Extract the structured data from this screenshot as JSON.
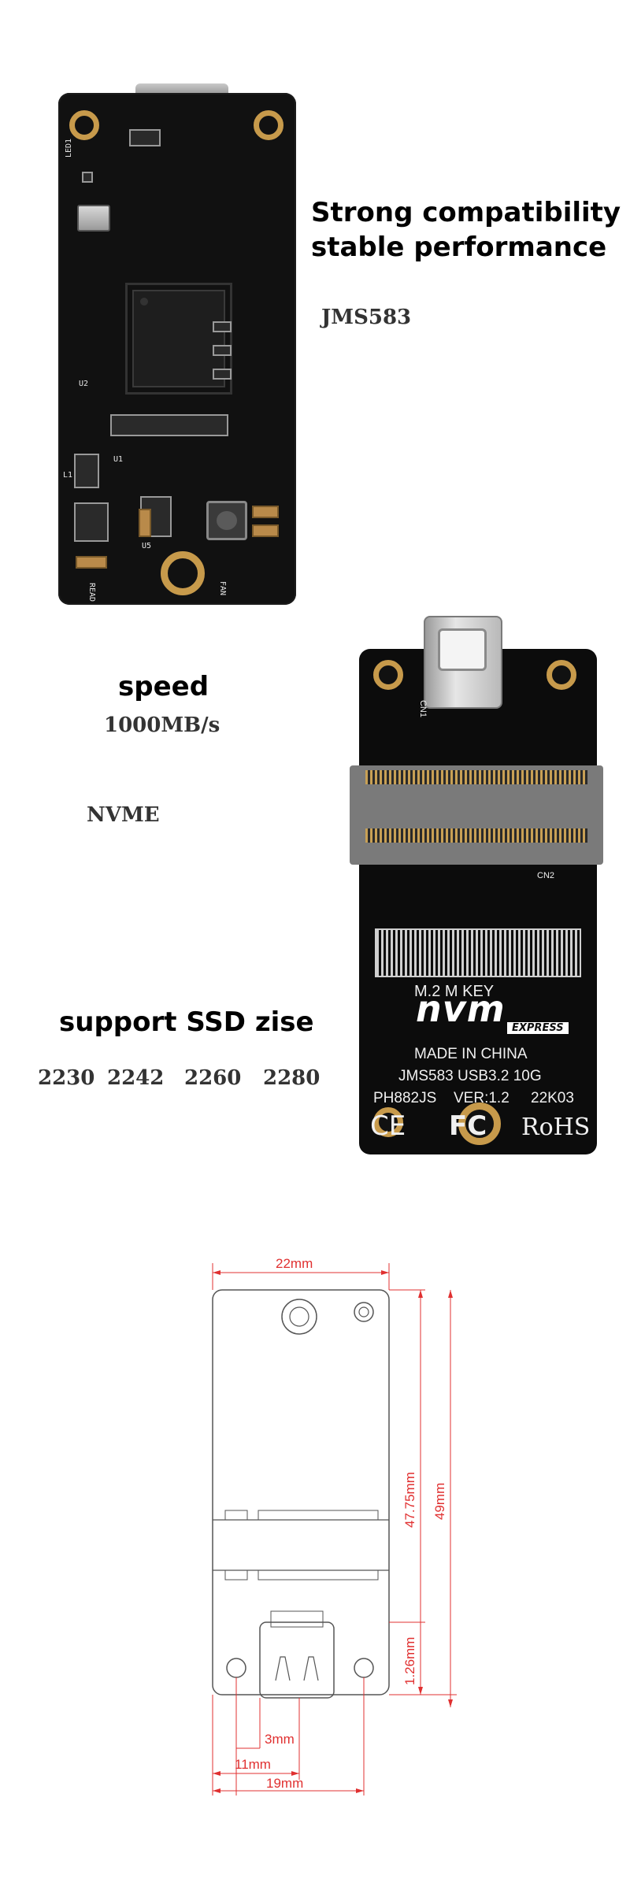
{
  "section_top": {
    "headline_line1": "Strong compatibility",
    "headline_line2": "stable performance",
    "chip_label": "JMS583",
    "pcb_labels": {
      "led": "LED1",
      "read": "READ",
      "fan": "FAN",
      "u1": "U1",
      "u2": "U2",
      "u5": "U5",
      "l1": "L1"
    }
  },
  "section_middle": {
    "speed_title": "speed",
    "speed_value": "1000MB/s",
    "protocol": "NVME",
    "ssd_title": "support SSD zise",
    "ssd_sizes": [
      "2230",
      "2242",
      "2260",
      "2280"
    ],
    "board": {
      "cn1": "CN1",
      "cn2": "CN2",
      "key": "M.2 M KEY",
      "logo": "nvm",
      "logo_tag": "EXPRESS",
      "made_in": "MADE IN CHINA",
      "model": "JMS583 USB3.2 10G",
      "part": "PH882JS",
      "version": "VER:1.2",
      "batch": "22K03",
      "ce": "CE",
      "fc": "FC",
      "rohs": "RoHS"
    }
  },
  "section_drawing": {
    "width_top": "22mm",
    "height_inner": "47.75mm",
    "height_outer": "49mm",
    "height_small": "1.26mm",
    "width_3": "3mm",
    "width_11": "11mm",
    "width_19": "19mm"
  },
  "colors": {
    "dimension_line": "#e03030",
    "pcb": "#111111",
    "pad_ring": "#c79a4b",
    "text": "#000000"
  }
}
